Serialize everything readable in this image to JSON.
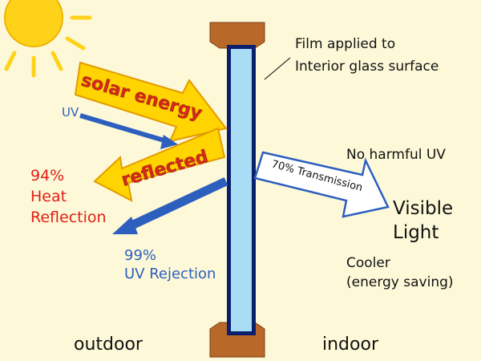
{
  "film_label": {
    "line1": "Film applied to",
    "line2": "Interior glass surface"
  },
  "incoming": {
    "solar_label": "solar energy",
    "uv_label": "UV"
  },
  "reflected": {
    "banner_label": "reflected",
    "heat_line1": "94%",
    "heat_line2": "Heat",
    "heat_line3": "Reflection",
    "uv_line1": "99%",
    "uv_line2": "UV Rejection"
  },
  "transmission": {
    "arrow_label": "70% Transmission",
    "no_uv": "No harmful UV",
    "visible_line1": "Visible",
    "visible_line2": "Light",
    "cooler_line1": "Cooler",
    "cooler_line2": "(energy saving)"
  },
  "sides": {
    "outdoor": "outdoor",
    "indoor": "indoor"
  },
  "colors": {
    "background": "#fdf9d8",
    "sun": "#ffd21a",
    "frame": "#b8692a",
    "glass": "#a9dcf5",
    "glass_border": "#0b1f6d",
    "solar_arrow": "#ffd400",
    "solar_text": "#d9281a",
    "uv_arrow": "#2d5fbf",
    "heat_text": "#e02018"
  },
  "icons": [
    "sun-icon"
  ]
}
